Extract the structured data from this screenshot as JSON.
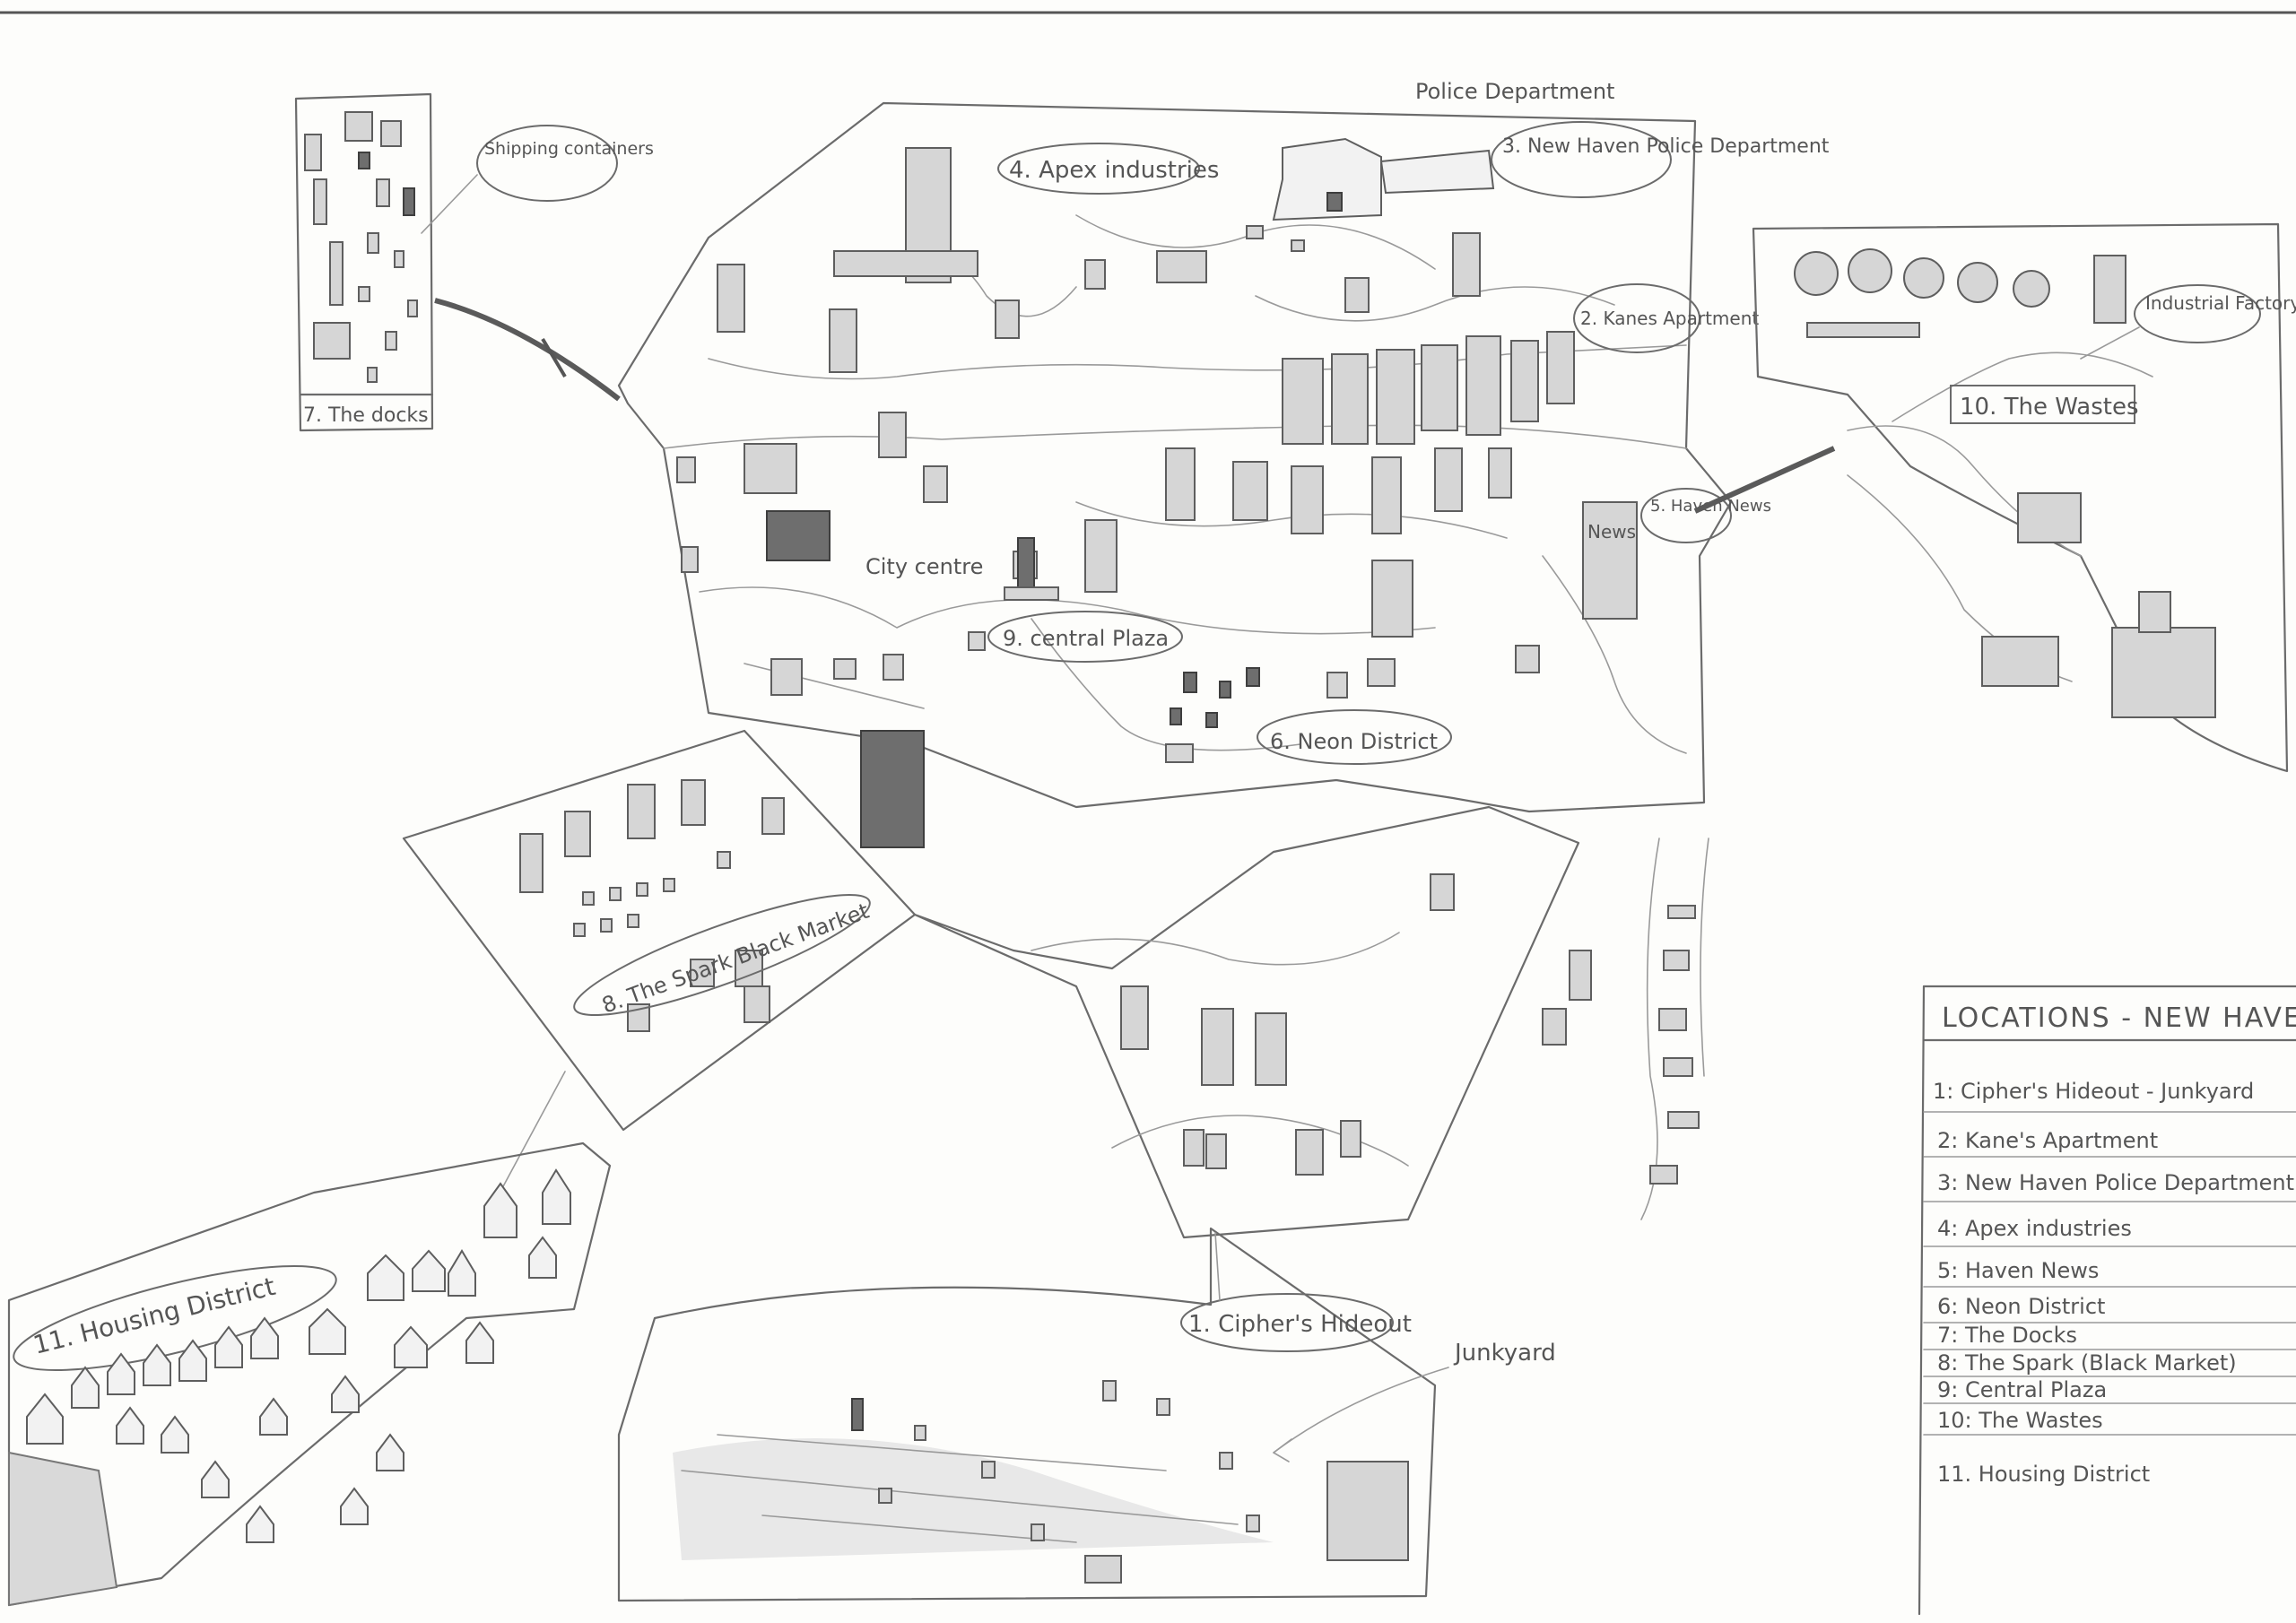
{
  "map": {
    "labels": {
      "police_department_caption": "Police Department",
      "new_haven_police": "3. New Haven Police Department",
      "apex": "4. Apex industries",
      "kanes": "2. Kanes Apartment",
      "shipping": "Shipping containers",
      "docks": "7. The docks",
      "city_centre": "City centre",
      "central_plaza": "9. central Plaza",
      "neon": "6. Neon District",
      "haven_news": "5. Haven News",
      "news_sign": "News",
      "spark": "8. The Spark Black Market",
      "industrial_factory": "Industrial Factory",
      "wastes": "10. The Wastes",
      "housing": "11. Housing District",
      "ciphers": "1. Cipher's Hideout",
      "junkyard": "Junkyard"
    },
    "legend": {
      "title": "LOCATIONS - NEW HAVEN",
      "items": [
        "1: Cipher's Hideout - Junkyard",
        "2: Kane's Apartment",
        "3: New Haven Police Department",
        "4: Apex industries",
        "5: Haven News",
        "6: Neon District",
        "7: The Docks",
        "8: The Spark (Black Market)",
        "9: Central Plaza",
        "10: The Wastes",
        "11. Housing District"
      ]
    }
  }
}
